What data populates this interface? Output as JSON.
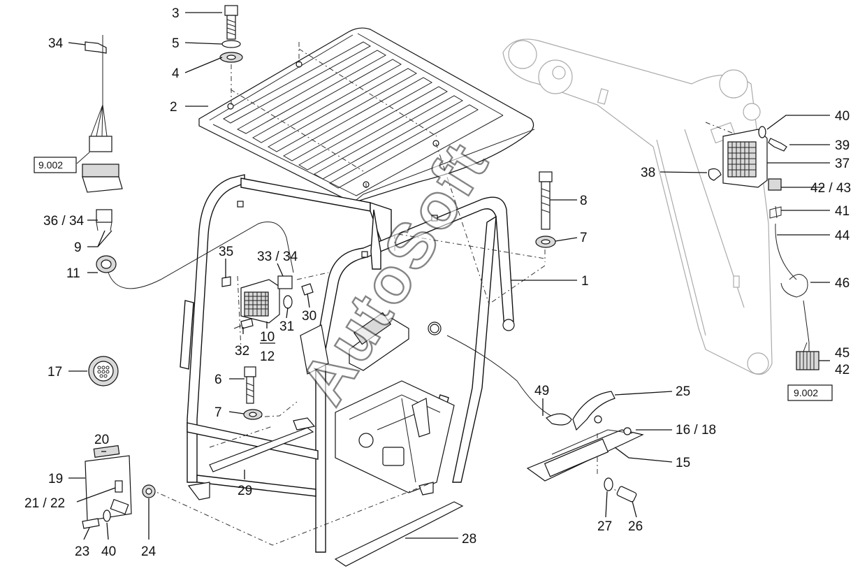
{
  "watermark": "AutoSoft",
  "reference_boxes": [
    {
      "id": "ref-left",
      "text": "9.002"
    },
    {
      "id": "ref-right",
      "text": "9.002"
    }
  ],
  "callouts": [
    {
      "key": "c3",
      "text": "3"
    },
    {
      "key": "c5",
      "text": "5"
    },
    {
      "key": "c4",
      "text": "4"
    },
    {
      "key": "c2",
      "text": "2"
    },
    {
      "key": "c34",
      "text": "34"
    },
    {
      "key": "c36_34",
      "text": "36 / 34"
    },
    {
      "key": "c9",
      "text": "9"
    },
    {
      "key": "c11",
      "text": "11"
    },
    {
      "key": "c35",
      "text": "35"
    },
    {
      "key": "c33_34",
      "text": "33 / 34"
    },
    {
      "key": "c31",
      "text": "31"
    },
    {
      "key": "c30",
      "text": "30"
    },
    {
      "key": "c32",
      "text": "32"
    },
    {
      "key": "c10",
      "text": "10"
    },
    {
      "key": "c12",
      "text": "12"
    },
    {
      "key": "c17",
      "text": "17"
    },
    {
      "key": "c6",
      "text": "6"
    },
    {
      "key": "c7a",
      "text": "7"
    },
    {
      "key": "c8",
      "text": "8"
    },
    {
      "key": "c7b",
      "text": "7"
    },
    {
      "key": "c1",
      "text": "1"
    },
    {
      "key": "c20",
      "text": "20"
    },
    {
      "key": "c19",
      "text": "19"
    },
    {
      "key": "c21_22",
      "text": "21 / 22"
    },
    {
      "key": "c23",
      "text": "23"
    },
    {
      "key": "c40a",
      "text": "40"
    },
    {
      "key": "c24",
      "text": "24"
    },
    {
      "key": "c29",
      "text": "29"
    },
    {
      "key": "c28",
      "text": "28"
    },
    {
      "key": "c49",
      "text": "49"
    },
    {
      "key": "c25",
      "text": "25"
    },
    {
      "key": "c16_18",
      "text": "16 / 18"
    },
    {
      "key": "c15",
      "text": "15"
    },
    {
      "key": "c27",
      "text": "27"
    },
    {
      "key": "c26",
      "text": "26"
    },
    {
      "key": "c40b",
      "text": "40"
    },
    {
      "key": "c39",
      "text": "39"
    },
    {
      "key": "c37",
      "text": "37"
    },
    {
      "key": "c38",
      "text": "38"
    },
    {
      "key": "c42_43",
      "text": "42 / 43"
    },
    {
      "key": "c41",
      "text": "41"
    },
    {
      "key": "c44",
      "text": "44"
    },
    {
      "key": "c46",
      "text": "46"
    },
    {
      "key": "c45",
      "text": "45"
    },
    {
      "key": "c42",
      "text": "42"
    }
  ]
}
